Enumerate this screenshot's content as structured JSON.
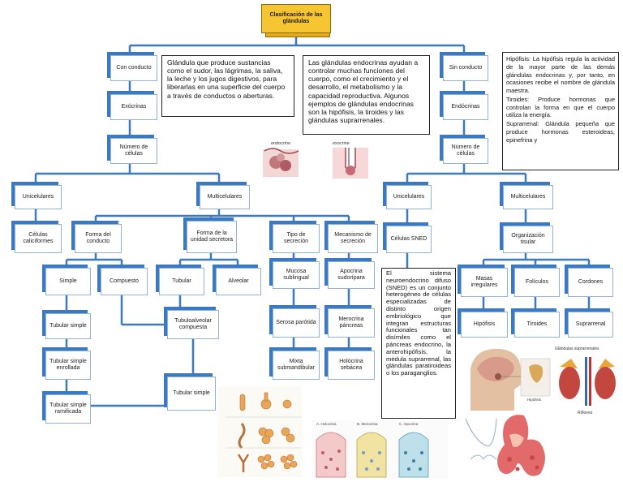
{
  "title": "Clasificación de las glándulas",
  "nodes": {
    "con_conducto": "Con conducto",
    "exocrinas": "Exócrinas",
    "numero_celulas_exo": "Número de células",
    "unicelulares_exo": "Unicelulares",
    "multicelulares_exo": "Multicelulares",
    "celulas_caliciformes": "Células caliciformes",
    "forma_conducto": "Forma del conducto",
    "forma_unidad": "Forma de la unidad secretora",
    "tipo_secrecion": "Tipo de secreción",
    "mecanismo_secrecion": "Mecanismo de secreción",
    "simple": "Simple",
    "compuesto": "Compuesto",
    "tubular": "Tubular",
    "alveolar": "Alveolar",
    "mucosa": "Mucosa sublingual",
    "serosa": "Serosa parótida",
    "mixta": "Mixta submandibular",
    "apocrina": "Apocrina sudorípara",
    "merocrina": "Merocrina páncreas",
    "holocrina": "Holócrina sebácea",
    "tubular_simple": "Tubular simple",
    "tubular_enrollada": "Tubular simple enrollada",
    "tubular_ramificada": "Tubular simple ramificada",
    "tubuloalveolar": "Tubuloalveolar compuesta",
    "tubular_simple_2": "Tubular simple",
    "sin_conducto": "Sin conducto",
    "endocrinas": "Endócrinas",
    "numero_celulas_endo": "Número de células",
    "unicelulares_endo": "Unicelulares",
    "multicelulares_endo": "Multicelulares",
    "celulas_sned": "Células SNED",
    "organizacion_tisular": "Organización tisular",
    "masas_irregulares": "Masas irregulares",
    "foliculos": "Folículos",
    "cordones": "Cordones",
    "hipofisis": "Hipófisis",
    "tiroides": "Tiroides",
    "suprarrenal": "Suprarrenal"
  },
  "text_boxes": {
    "exocrine_def": "Glándula que produce sustancias como el sudor, las lágrimas, la saliva, la leche y los jugos digestivos, para liberarlas en una superficie del cuerpo a través de conductos o aberturas.",
    "endocrine_def": "Las glándulas endocrinas ayudan a controlar muchas funciones del cuerpo, como el crecimiento y el desarrollo, el metabolismo y la capacidad reproductiva. Algunos ejemplos de glándulas endocrinas son la hipófisis, la tiroides y las glándulas suprarrenales.",
    "hipofisis_def": "Hipófisis: La hipófisis regula la actividad de la mayor parte de las demás glándulas endocrinas y, por tanto, en ocasiones recibe el nombre de glándula maestra.",
    "tiroides_def": "Tiroides: Produce hormonas que controlan la forma en que el cuerpo utiliza la energía.",
    "suprarrenal_def": "Suprarrenal: Glándula pequeña que produce hormonas esteroideas, epinefrina y",
    "sned_def": "El sistema neuroendocrino difuso (SNED) es un conjunto heterogéneo de células especializadas de distinto origen embriológico que integran estructuras funcionales tan disímiles como el páncreas endocrino, la anterohipófisis, la médula suprarrenal, las glándulas paratiroideas o los paraganglios."
  },
  "image_labels": {
    "endocrine_small": "endocrine",
    "exocrine_small": "exocrine",
    "suprarrenales_title": "Glándulas suprarrenales",
    "rinones": "Riñones",
    "hipofisis_label": "Hipófisis",
    "histo_a": "A. Holocrina",
    "histo_b": "B. Merocrina",
    "histo_c": "C. Apocrina"
  },
  "colors": {
    "node_border": "#8fb2d6",
    "node_shadow": "#3b79c2",
    "connector": "#3b79c2",
    "title_fill": "#f7c531"
  }
}
